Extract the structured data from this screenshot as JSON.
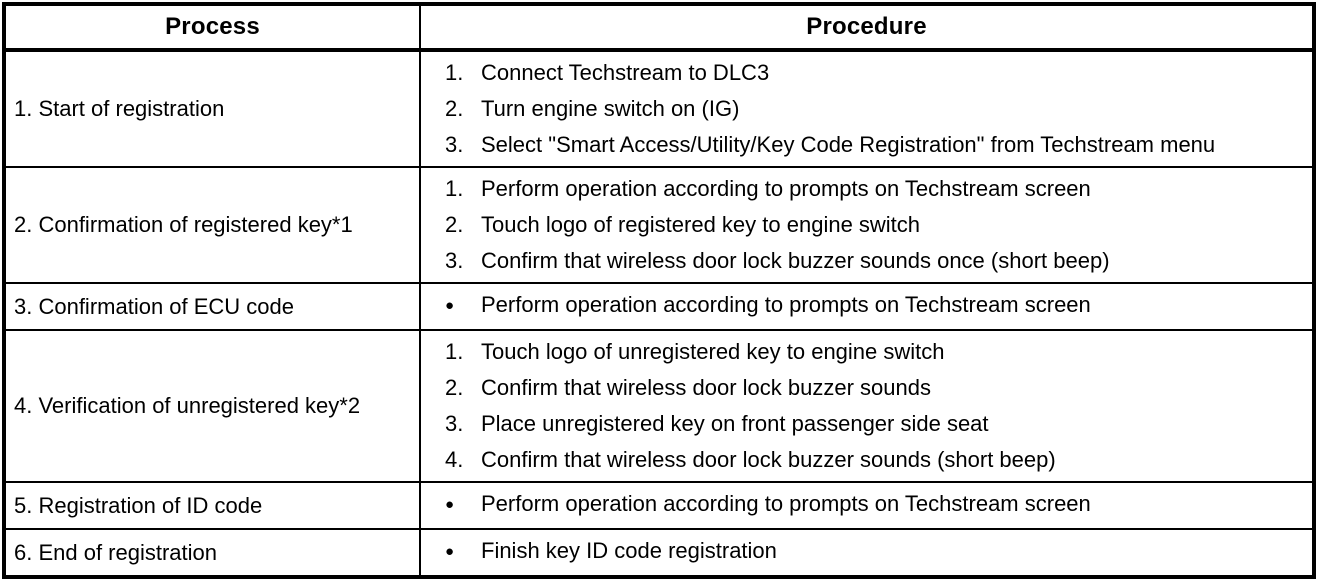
{
  "table": {
    "column_headers": [
      "Process",
      "Procedure"
    ],
    "bullet_glyph": "●",
    "rows": [
      {
        "process": "1. Start of registration",
        "list_type": "numbered",
        "steps": [
          "Connect Techstream to DLC3",
          "Turn engine switch on (IG)",
          "Select \"Smart Access/Utility/Key Code Registration\" from Techstream menu"
        ]
      },
      {
        "process": "2. Confirmation of registered key*1",
        "list_type": "numbered",
        "steps": [
          "Perform operation according to prompts on Techstream screen",
          "Touch logo of registered key to engine switch",
          "Confirm that wireless door lock buzzer sounds once (short beep)"
        ]
      },
      {
        "process": "3. Confirmation of ECU code",
        "list_type": "bulleted",
        "steps": [
          "Perform operation according to prompts on Techstream screen"
        ]
      },
      {
        "process": "4. Verification of unregistered key*2",
        "list_type": "numbered",
        "steps": [
          "Touch logo of unregistered key to engine switch",
          "Confirm that wireless door lock buzzer sounds",
          "Place unregistered key on front passenger side seat",
          "Confirm that wireless door lock buzzer sounds (short beep)"
        ]
      },
      {
        "process": "5. Registration of ID code",
        "list_type": "bulleted",
        "steps": [
          "Perform operation according to prompts on Techstream screen"
        ]
      },
      {
        "process": "6. End of registration",
        "list_type": "bulleted",
        "steps": [
          "Finish key ID code registration"
        ]
      }
    ]
  }
}
